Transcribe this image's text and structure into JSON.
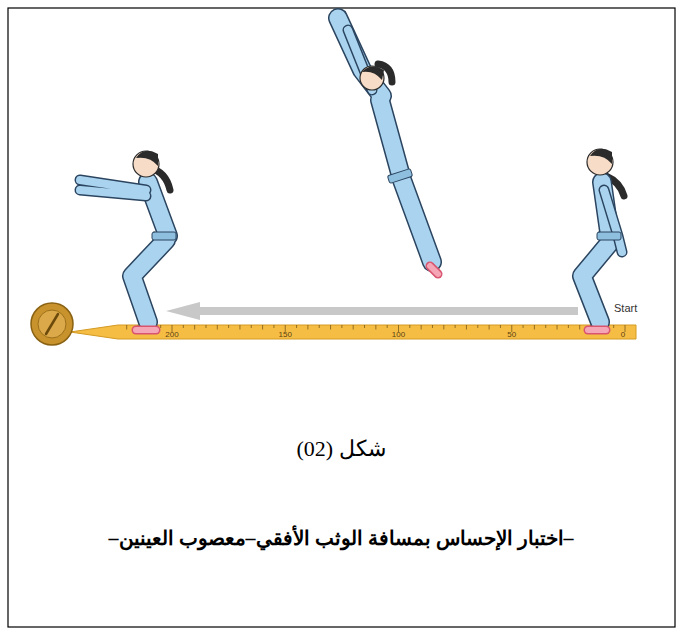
{
  "diagram": {
    "caption": "–اختبار الإحساس بمسافة الوثب الأفقي–معصوب العينين–",
    "labels": [
      "Start",
      "200",
      "150",
      "100",
      "50",
      "0",
      "شكل (02)"
    ]
  }
}
